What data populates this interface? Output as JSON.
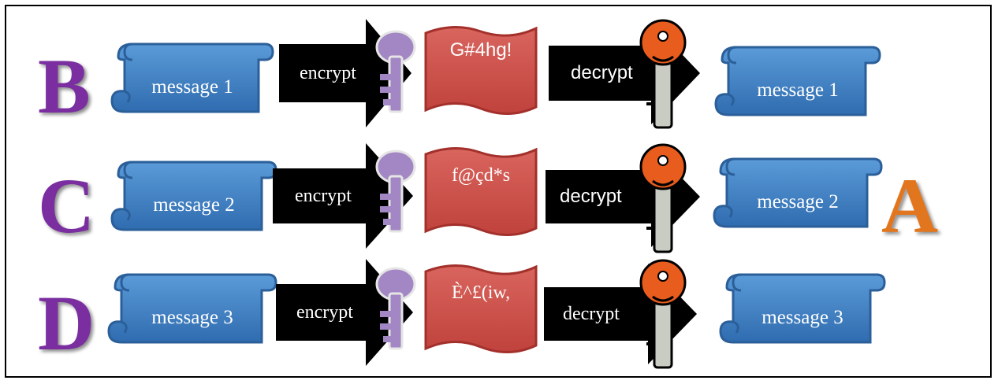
{
  "letters": {
    "b": "B",
    "c": "C",
    "d": "D",
    "a": "A"
  },
  "rows": [
    {
      "message_in": "message 1",
      "encrypt_label": "encrypt",
      "cipher": "G#4hg!",
      "decrypt_label": "decrypt",
      "message_out": "message 1"
    },
    {
      "message_in": "message 2",
      "encrypt_label": "encrypt",
      "cipher": "f@çd*s",
      "decrypt_label": "decrypt",
      "message_out": "message 2"
    },
    {
      "message_in": "message 3",
      "encrypt_label": "encrypt",
      "cipher": "È^£(iw,",
      "decrypt_label": "decrypt",
      "message_out": "message 3"
    }
  ],
  "colors": {
    "scroll_blue": "#3f7fc2",
    "scroll_border": "#2b5f99",
    "cipher_red": "#d0504a",
    "cipher_border": "#a3302b",
    "arrow": "#000000",
    "purple_key": "#a287c4",
    "orange_key": "#e85c1e",
    "grey_key": "#c8ccc2",
    "letter_purple": "#7a2ea0",
    "letter_orange": "#e2761f"
  }
}
